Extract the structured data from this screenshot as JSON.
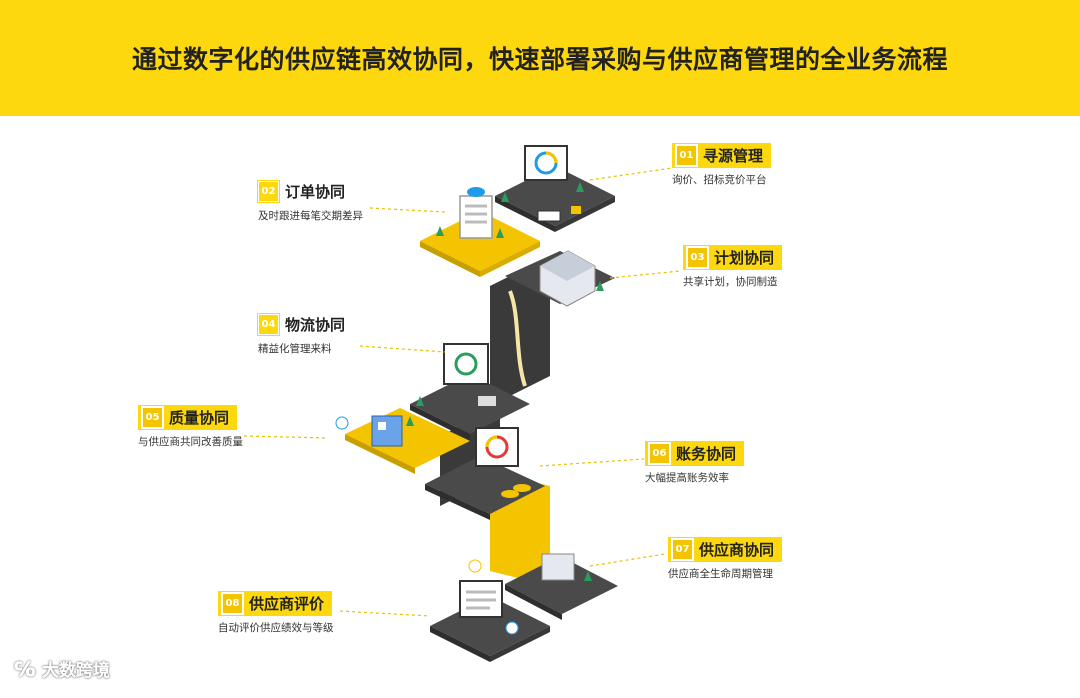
{
  "banner": {
    "title": "通过数字化的供应链高效协同，快速部署采购与供应商管理的全业务流程"
  },
  "steps": [
    {
      "num": "01",
      "title": "寻源管理",
      "desc": "询价、招标竞价平台"
    },
    {
      "num": "02",
      "title": "订单协同",
      "desc": "及时跟进每笔交期差异"
    },
    {
      "num": "03",
      "title": "计划协同",
      "desc": "共享计划，协同制造"
    },
    {
      "num": "04",
      "title": "物流协同",
      "desc": "精益化管理来料"
    },
    {
      "num": "05",
      "title": "质量协同",
      "desc": "与供应商共同改善质量"
    },
    {
      "num": "06",
      "title": "账务协同",
      "desc": "大幅提高账务效率"
    },
    {
      "num": "07",
      "title": "供应商协同",
      "desc": "供应商全生命周期管理"
    },
    {
      "num": "08",
      "title": "供应商评价",
      "desc": "自动评价供应绩效与等级"
    }
  ],
  "watermark": {
    "mark": "℅",
    "text": "大数跨境"
  },
  "colors": {
    "accent": "#FDD80F",
    "dark": "#3A3A3A",
    "platform": "#4A4A4A"
  }
}
